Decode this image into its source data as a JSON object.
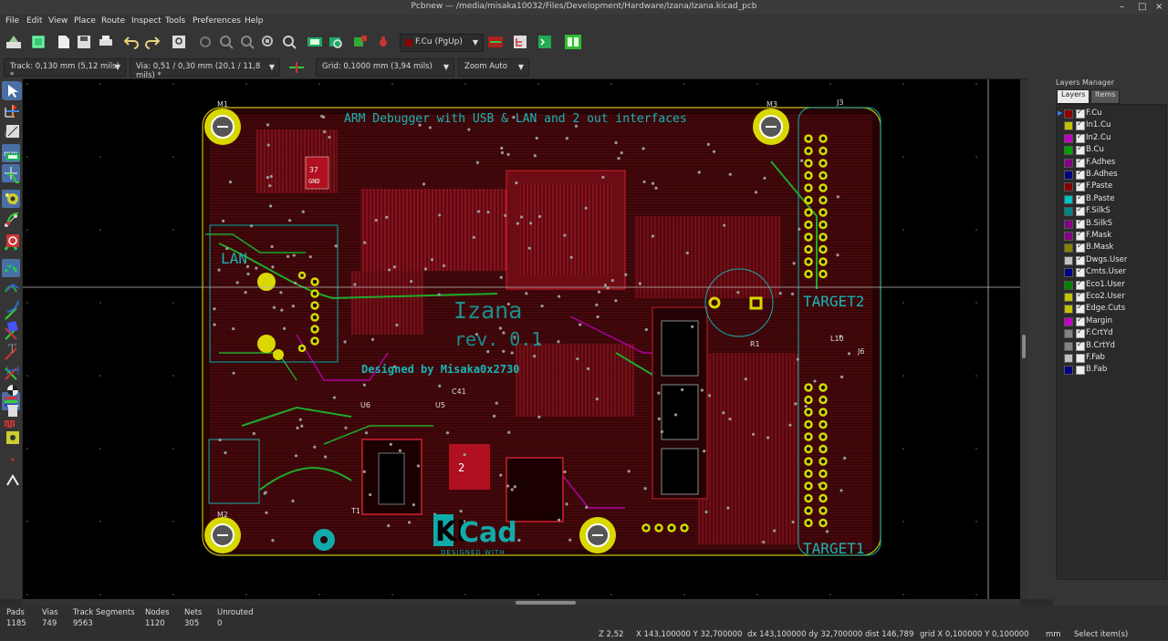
{
  "window": {
    "title": "Pcbnew — /media/misaka10032/Files/Development/Hardware/Izana/Izana.kicad_pcb",
    "controls": [
      "–",
      "□",
      "×"
    ]
  },
  "menu": [
    "File",
    "Edit",
    "View",
    "Place",
    "Route",
    "Inspect",
    "Tools",
    "Preferences",
    "Help"
  ],
  "toolbar": {
    "active_layer": "F.Cu (PgUp)",
    "active_layer_color": "#8b0000"
  },
  "options_bar": {
    "track": "Track: 0,130 mm (5,12 mils) *",
    "via": "Via: 0,51 / 0,30 mm (20,1 / 11,8 mils) *",
    "grid": "Grid: 0,1000 mm (3,94 mils)",
    "zoom": "Zoom Auto"
  },
  "board": {
    "title_text": "ARM Debugger with USB & LAN and 2 out interfaces",
    "name": "Izana",
    "rev": "rev. 0.1",
    "designed_by": "Designed by Misaka0x2730",
    "logo_ki": "Ki",
    "logo_cad": "Cad",
    "logo_sub": "DESIGNED WITH",
    "target1": "TARGET1",
    "target2": "TARGET2",
    "lan": "LAN",
    "badge": "37\nGND",
    "refs": [
      "M1",
      "M3",
      "M2",
      "J3",
      "J6",
      "L10",
      "R1",
      "U6",
      "U5",
      "C41",
      "T1"
    ]
  },
  "layers_manager": {
    "header": "Layers Manager",
    "tabs": [
      "Layers",
      "Items"
    ],
    "layers": [
      {
        "name": "F.Cu",
        "color": "#8b0000",
        "checked": true,
        "active": true
      },
      {
        "name": "In1.Cu",
        "color": "#c2c200",
        "checked": true
      },
      {
        "name": "In2.Cu",
        "color": "#c200c2",
        "checked": true
      },
      {
        "name": "B.Cu",
        "color": "#00a000",
        "checked": true
      },
      {
        "name": "F.Adhes",
        "color": "#840084",
        "checked": true
      },
      {
        "name": "B.Adhes",
        "color": "#000084",
        "checked": true
      },
      {
        "name": "F.Paste",
        "color": "#840000",
        "checked": true
      },
      {
        "name": "B.Paste",
        "color": "#00c2c2",
        "checked": true
      },
      {
        "name": "F.SilkS",
        "color": "#008484",
        "checked": true
      },
      {
        "name": "B.SilkS",
        "color": "#840084",
        "checked": true
      },
      {
        "name": "F.Mask",
        "color": "#840084",
        "checked": true
      },
      {
        "name": "B.Mask",
        "color": "#848400",
        "checked": true
      },
      {
        "name": "Dwgs.User",
        "color": "#c2c2c2",
        "checked": true
      },
      {
        "name": "Cmts.User",
        "color": "#000084",
        "checked": true
      },
      {
        "name": "Eco1.User",
        "color": "#008400",
        "checked": true
      },
      {
        "name": "Eco2.User",
        "color": "#c2c200",
        "checked": true
      },
      {
        "name": "Edge.Cuts",
        "color": "#c2c200",
        "checked": true
      },
      {
        "name": "Margin",
        "color": "#c200c2",
        "checked": true
      },
      {
        "name": "F.CrtYd",
        "color": "#848484",
        "checked": true
      },
      {
        "name": "B.CrtYd",
        "color": "#848484",
        "checked": true
      },
      {
        "name": "F.Fab",
        "color": "#c2c2c2",
        "checked": false
      },
      {
        "name": "B.Fab",
        "color": "#000084",
        "checked": false
      }
    ]
  },
  "stats": [
    {
      "label": "Pads",
      "value": "1185"
    },
    {
      "label": "Vias",
      "value": "749"
    },
    {
      "label": "Track Segments",
      "value": "9563"
    },
    {
      "label": "Nodes",
      "value": "1120"
    },
    {
      "label": "Nets",
      "value": "305"
    },
    {
      "label": "Unrouted",
      "value": "0"
    }
  ],
  "status": {
    "zoom": "Z 2,52",
    "abs": "X 143,100000  Y 32,700000",
    "rel": "dx 143,100000  dy 32,700000  dist 146,789",
    "grid": "grid X 0,100000  Y 0,100000",
    "units": "mm",
    "mode": "Select item(s)"
  }
}
